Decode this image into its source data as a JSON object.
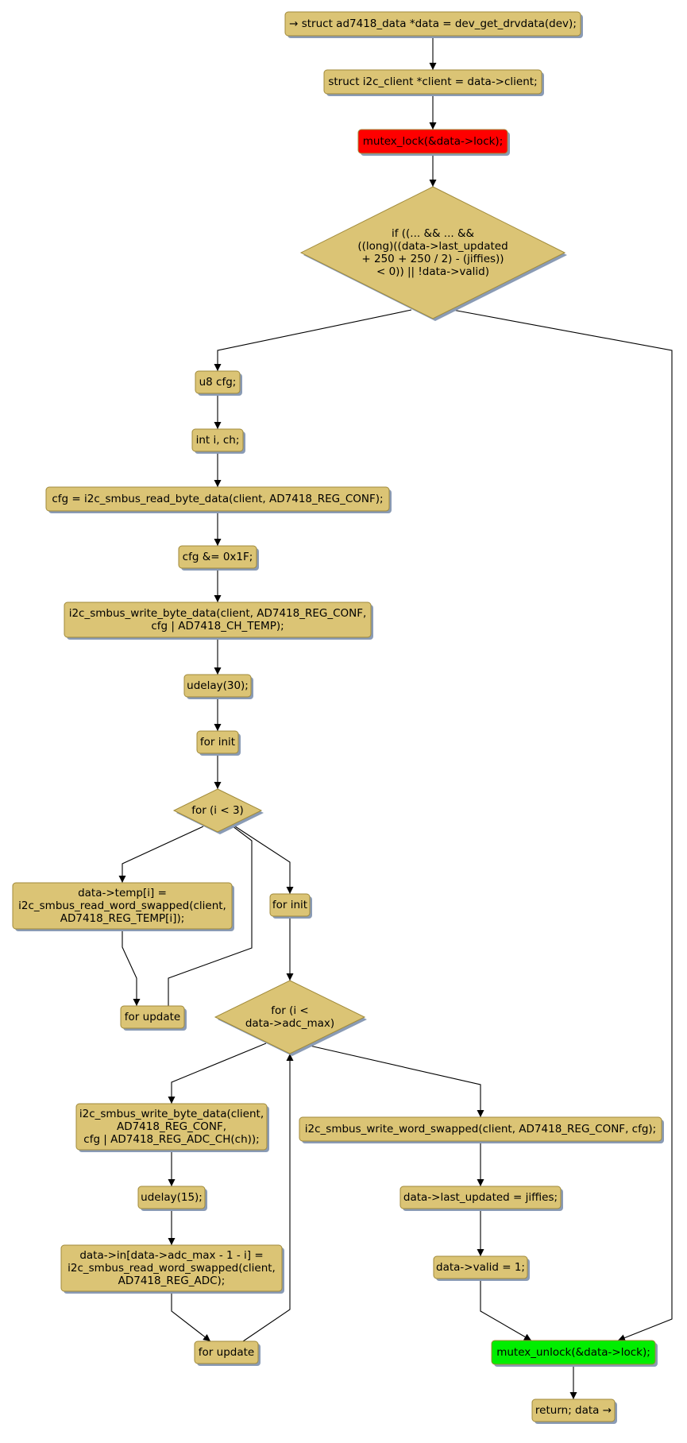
{
  "colors": {
    "node_fill": "#dbc475",
    "node_stroke": "#a08a3a",
    "shadow": "#8a9bb5",
    "lock_fill": "#ff0000",
    "unlock_fill": "#00ee00",
    "edge": "#000000"
  },
  "nodes": {
    "n_start": [
      "→ struct ad7418_data *data = dev_get_drvdata(dev);"
    ],
    "n_client": [
      "struct i2c_client *client = data->client;"
    ],
    "n_lock": [
      "mutex_lock(&data->lock);"
    ],
    "n_if": [
      "if ((... && ... &&",
      "((long)((data->last_updated",
      "+ 250 + 250 / 2) - (jiffies))",
      "< 0)) || !data->valid)"
    ],
    "n_cfg_decl": [
      "u8 cfg;"
    ],
    "n_int_decl": [
      "int i, ch;"
    ],
    "n_read_conf": [
      "cfg = i2c_smbus_read_byte_data(client, AD7418_REG_CONF);"
    ],
    "n_mask": [
      "cfg &= 0x1F;"
    ],
    "n_write_temp": [
      "i2c_smbus_write_byte_data(client, AD7418_REG_CONF,",
      "cfg | AD7418_CH_TEMP);"
    ],
    "n_udelay30": [
      "udelay(30);"
    ],
    "n_for_init1": [
      "for init"
    ],
    "n_for_cond1": [
      "for (i < 3)"
    ],
    "n_temp_read": [
      "data->temp[i] =",
      "i2c_smbus_read_word_swapped(client,",
      "AD7418_REG_TEMP[i]);"
    ],
    "n_for_update1": [
      "for update"
    ],
    "n_for_init2": [
      "for init"
    ],
    "n_for_cond2": [
      "for (i <",
      "data->adc_max)"
    ],
    "n_write_adc": [
      "i2c_smbus_write_byte_data(client,",
      "AD7418_REG_CONF,",
      "cfg | AD7418_REG_ADC_CH(ch));"
    ],
    "n_udelay15": [
      "udelay(15);"
    ],
    "n_adc_read": [
      "data->in[data->adc_max - 1 - i] =",
      "i2c_smbus_read_word_swapped(client,",
      "AD7418_REG_ADC);"
    ],
    "n_for_update2": [
      "for update"
    ],
    "n_write_conf": [
      "i2c_smbus_write_word_swapped(client, AD7418_REG_CONF, cfg);"
    ],
    "n_last_updated": [
      "data->last_updated = jiffies;"
    ],
    "n_valid": [
      "data->valid = 1;"
    ],
    "n_unlock": [
      "mutex_unlock(&data->lock);"
    ],
    "n_return": [
      "return; data →"
    ]
  }
}
